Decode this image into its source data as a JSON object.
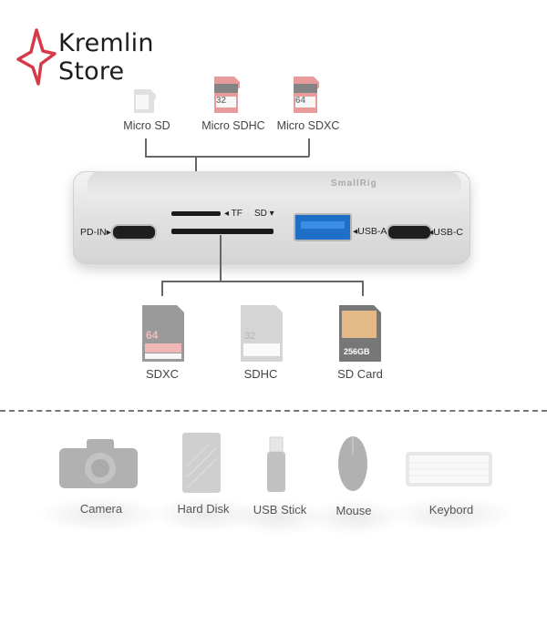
{
  "brand": {
    "line1": "Kremlin",
    "line2": "Store",
    "accent": "#d63a48"
  },
  "hub": {
    "brand_mark": "SmallRig",
    "ports": {
      "pd_in": "PD-IN▸",
      "tf": "◂ TF",
      "sd": "SD ▾",
      "usb_a": "◂USB-A",
      "usb_c": "◂USB-C"
    }
  },
  "top_cards": [
    {
      "label": "Micro SD",
      "capacity": ""
    },
    {
      "label": "Micro SDHC",
      "capacity": "32"
    },
    {
      "label": "Micro SDXC",
      "capacity": "64"
    }
  ],
  "bottom_cards": [
    {
      "label": "SDXC",
      "capacity": "64"
    },
    {
      "label": "SDHC",
      "capacity": "32"
    },
    {
      "label": "SD Card",
      "capacity": "256GB"
    }
  ],
  "devices": [
    {
      "label": "Camera",
      "icon": "camera-icon"
    },
    {
      "label": "Hard Disk",
      "icon": "hard-disk-icon"
    },
    {
      "label": "USB Stick",
      "icon": "usb-stick-icon"
    },
    {
      "label": "Mouse",
      "icon": "mouse-icon"
    },
    {
      "label": "Keybord",
      "icon": "keyboard-icon"
    }
  ]
}
